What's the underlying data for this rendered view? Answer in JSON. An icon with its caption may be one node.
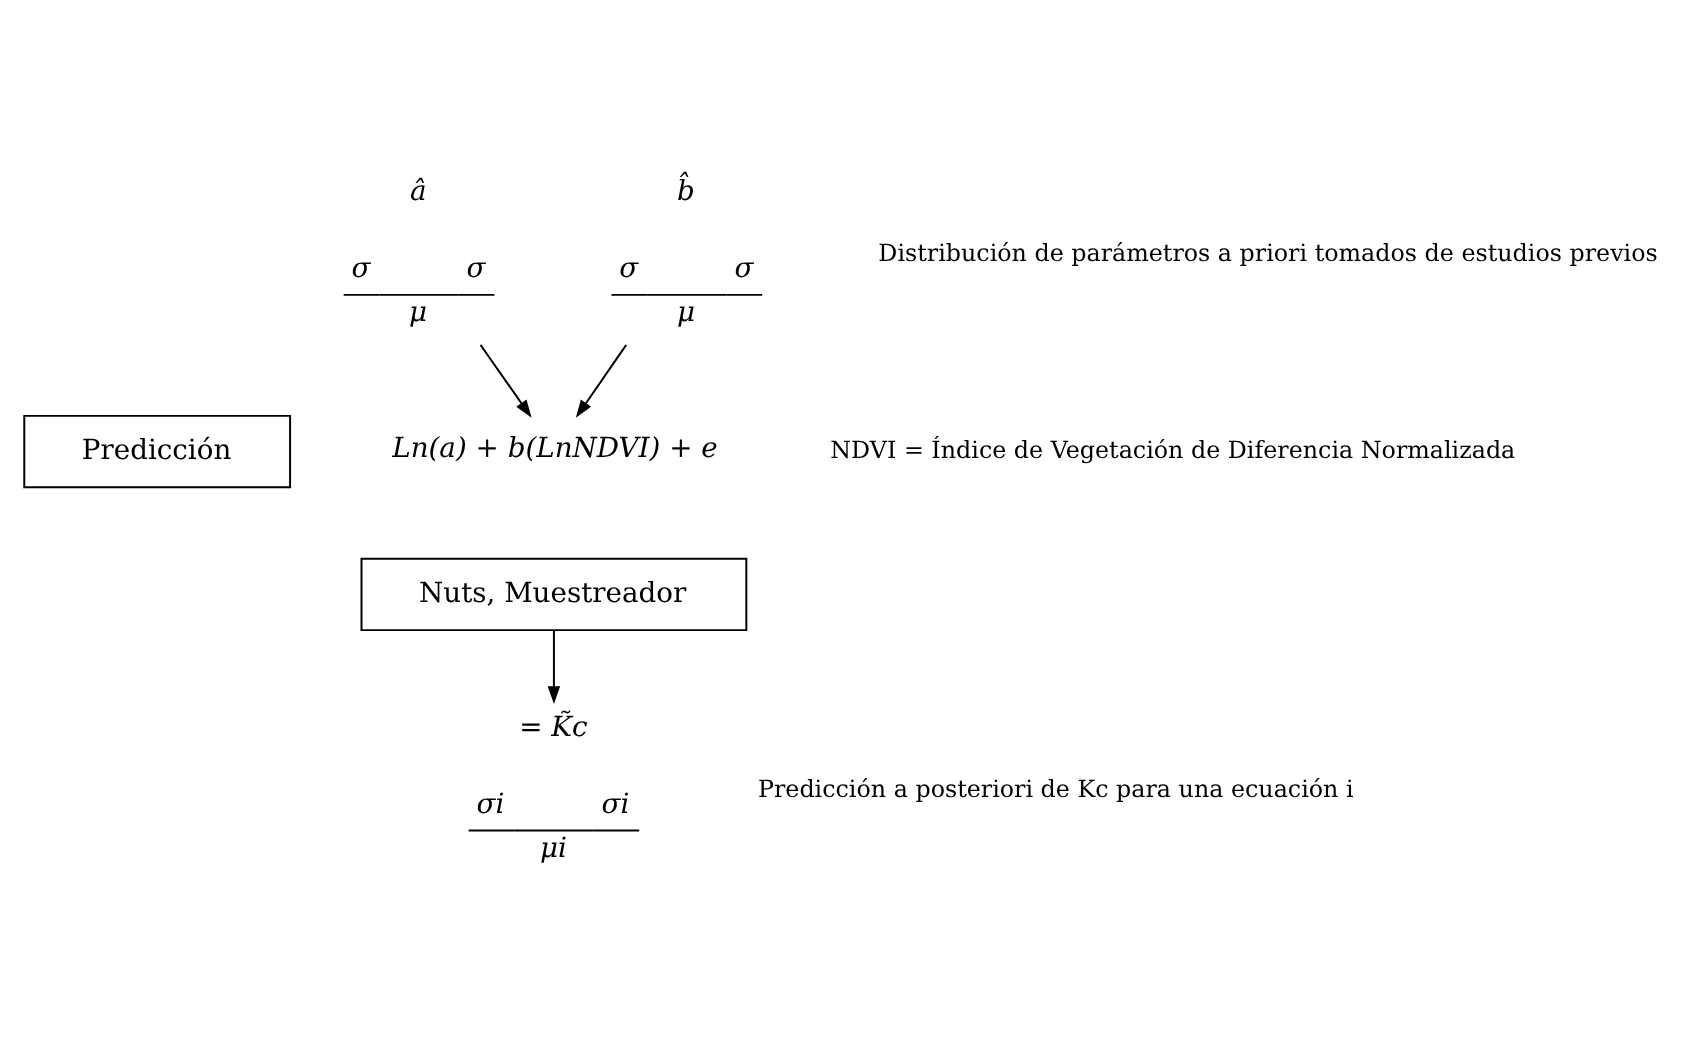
{
  "diagram": {
    "nodes": [
      {
        "text": [
          "â",
          "σ",
          "σ",
          "μ"
        ]
      },
      {
        "text": [
          "b̂",
          "σ",
          "σ",
          "μ"
        ]
      },
      {
        "text": [
          "Ln(a) + b(LnNDVI) + e"
        ]
      },
      {
        "text": [
          "Predicción"
        ]
      },
      {
        "text": [
          "Nuts, Muestreador"
        ]
      },
      {
        "text": [
          "= K̃c",
          "σi",
          "σi",
          "μi"
        ]
      }
    ],
    "edges": [
      {
        "from": 0,
        "to": 2,
        "arrow": "to"
      },
      {
        "from": 1,
        "to": 2,
        "arrow": "to"
      },
      {
        "from": 4,
        "to": 5,
        "arrow": "to"
      }
    ],
    "labels": [
      "Distribución de parámetros a priori tomados de estudios previos",
      "NDVI = Índice de Vegetación de Diferencia Normalizada",
      "Predicción a posteriori de Kc para una ecuación i"
    ]
  }
}
